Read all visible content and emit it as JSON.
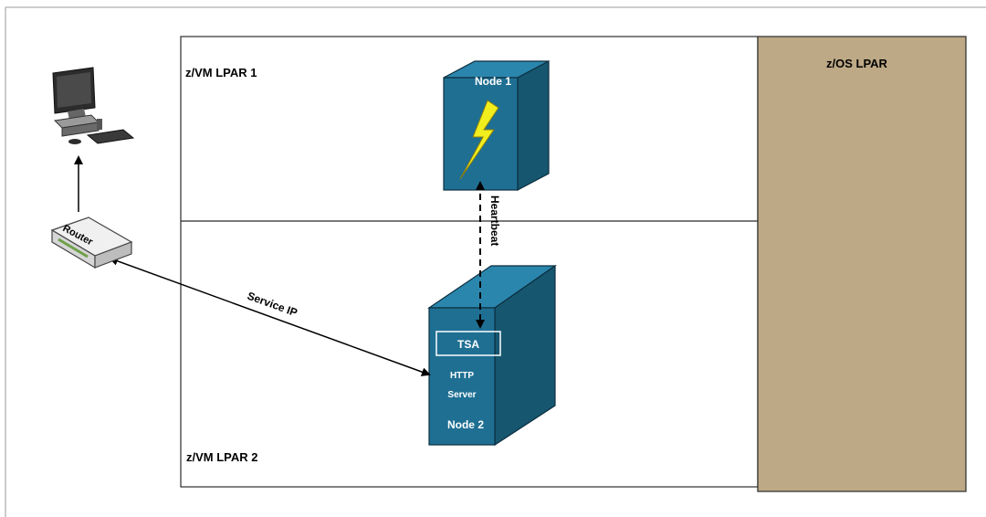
{
  "lpars": {
    "zvm1_label": "z/VM LPAR 1",
    "zvm2_label": "z/VM LPAR 2",
    "zos_label": "z/OS LPAR"
  },
  "nodes": {
    "node1_label": "Node 1",
    "node2_label": "Node 2",
    "tsa_label": "TSA",
    "http_line1": "HTTP",
    "http_line2": "Server"
  },
  "links": {
    "heartbeat_label": "Heartbeat",
    "service_ip_label": "Service IP"
  },
  "router": {
    "label": "Router"
  },
  "colors": {
    "node_front": "#1f6f93",
    "node_top": "#2b86ad",
    "node_side": "#16566f",
    "zos_fill": "#bda985",
    "lightning": "#f2ee1e"
  }
}
